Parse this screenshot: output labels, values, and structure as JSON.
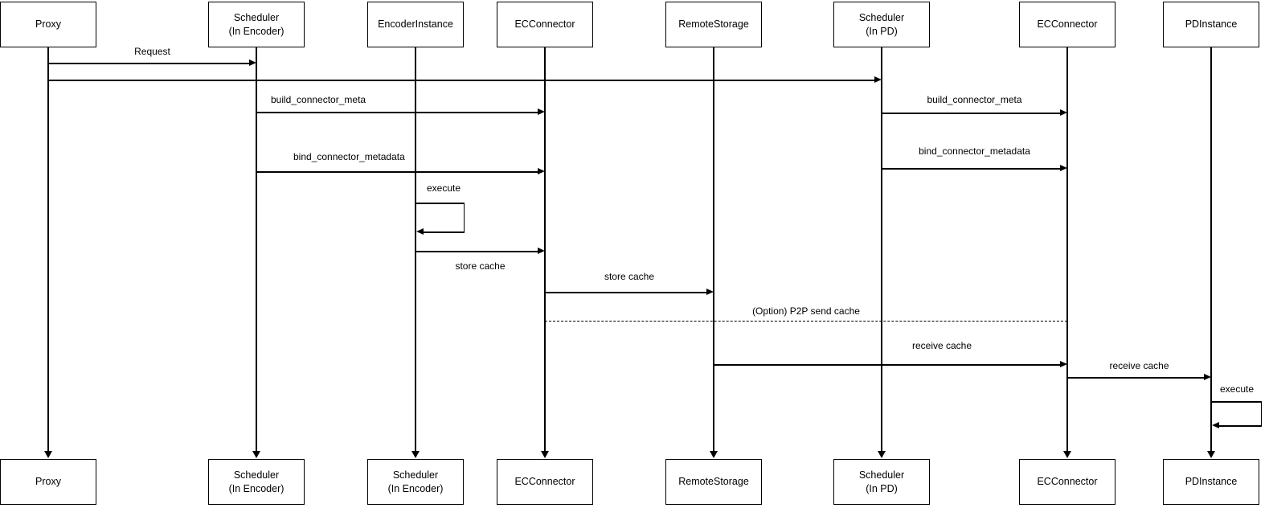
{
  "participants": [
    {
      "top_label": "Proxy",
      "bottom_label": "Proxy"
    },
    {
      "top_label": "Scheduler\n(In Encoder)",
      "bottom_label": "Scheduler\n(In Encoder)"
    },
    {
      "top_label": "EncoderInstance",
      "bottom_label": "Scheduler\n(In Encoder)"
    },
    {
      "top_label": "ECConnector",
      "bottom_label": "ECConnector"
    },
    {
      "top_label": "RemoteStorage",
      "bottom_label": "RemoteStorage"
    },
    {
      "top_label": "Scheduler\n(In PD)",
      "bottom_label": "Scheduler\n(In PD)"
    },
    {
      "top_label": "ECConnector",
      "bottom_label": "ECConnector"
    },
    {
      "top_label": "PDInstance",
      "bottom_label": "PDInstance"
    }
  ],
  "messages": [
    {
      "label": "Request",
      "from": "Proxy",
      "to": "Scheduler (In Encoder)",
      "style": "solid-arrow"
    },
    {
      "label": "",
      "from": "Proxy",
      "to": "Scheduler (In PD)",
      "style": "solid-arrow"
    },
    {
      "label": "build_connector_meta",
      "from": "Scheduler (In Encoder)",
      "to": "ECConnector",
      "style": "solid-arrow"
    },
    {
      "label": "build_connector_meta",
      "from": "Scheduler (In PD)",
      "to": "ECConnector",
      "style": "solid-arrow"
    },
    {
      "label": "bind_connector_metadata",
      "from": "Scheduler (In Encoder)",
      "to": "ECConnector",
      "style": "solid-arrow"
    },
    {
      "label": "bind_connector_metadata",
      "from": "Scheduler (In PD)",
      "to": "ECConnector",
      "style": "solid-arrow"
    },
    {
      "label": "execute",
      "from": "EncoderInstance",
      "to": "EncoderInstance",
      "style": "self-loop"
    },
    {
      "label": "store cache",
      "from": "EncoderInstance",
      "to": "ECConnector",
      "style": "solid-arrow",
      "label_position": "below"
    },
    {
      "label": "store cache",
      "from": "ECConnector",
      "to": "RemoteStorage",
      "style": "solid-arrow"
    },
    {
      "label": "(Option) P2P send cache",
      "from": "ECConnector",
      "to": "ECConnector (PD side)",
      "style": "dashed-no-arrow"
    },
    {
      "label": "receive cache",
      "from": "RemoteStorage",
      "to": "ECConnector (PD side)",
      "style": "solid-arrow"
    },
    {
      "label": "receive cache",
      "from": "ECConnector (PD side)",
      "to": "PDInstance",
      "style": "solid-arrow"
    },
    {
      "label": "execute",
      "from": "PDInstance",
      "to": "PDInstance",
      "style": "self-loop"
    }
  ]
}
